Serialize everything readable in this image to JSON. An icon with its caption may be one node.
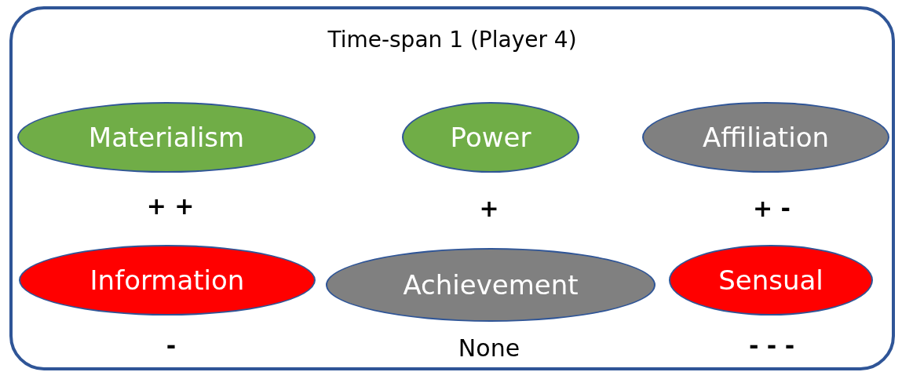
{
  "diagram": {
    "nodes": [
      {
        "text": [
          "Time-span 1 (Player 4)"
        ]
      },
      {
        "text": [
          "Materialism"
        ],
        "in": 0
      },
      {
        "text": [
          "Power"
        ],
        "in": 0
      },
      {
        "text": [
          "Affiliation"
        ],
        "in": 0
      },
      {
        "text": [
          "Information"
        ],
        "in": 0
      },
      {
        "text": [
          "Achievement"
        ],
        "in": 0
      },
      {
        "text": [
          "Sensual"
        ],
        "in": 0
      }
    ],
    "edges": [],
    "labels": [
      "+ +",
      "+",
      "+ -",
      "-",
      "None",
      "- - -"
    ]
  }
}
